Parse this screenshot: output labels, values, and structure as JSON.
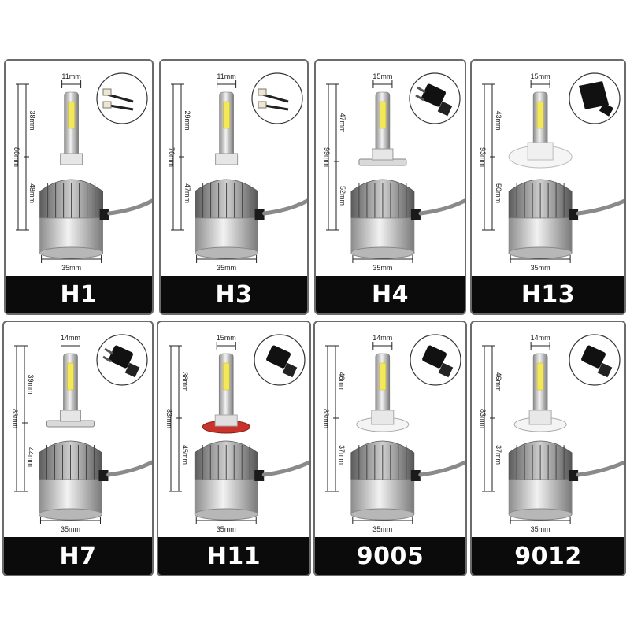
{
  "products": [
    {
      "model": "H1",
      "top_width": "11mm",
      "upper_height": "38mm",
      "total_height": "86mm",
      "lower_height": "48mm",
      "base_width": "35mm",
      "connector_icon": "two-wire-terminal-icon"
    },
    {
      "model": "H3",
      "top_width": "11mm",
      "upper_height": "29mm",
      "total_height": "76mm",
      "lower_height": "47mm",
      "base_width": "35mm",
      "connector_icon": "two-wire-terminal-icon"
    },
    {
      "model": "H4",
      "top_width": "15mm",
      "upper_height": "47mm",
      "total_height": "99mm",
      "lower_height": "52mm",
      "base_width": "35mm",
      "connector_icon": "three-pin-plug-icon"
    },
    {
      "model": "H13",
      "top_width": "15mm",
      "upper_height": "43mm",
      "total_height": "93mm",
      "lower_height": "50mm",
      "base_width": "35mm",
      "connector_icon": "square-socket-icon"
    },
    {
      "model": "H7",
      "top_width": "14mm",
      "upper_height": "39mm",
      "total_height": "83mm",
      "lower_height": "44mm",
      "base_width": "35mm",
      "connector_icon": "two-pin-plug-icon"
    },
    {
      "model": "H11",
      "top_width": "15mm",
      "upper_height": "38mm",
      "total_height": "83mm",
      "lower_height": "45mm",
      "base_width": "35mm",
      "connector_icon": "socket-plug-icon"
    },
    {
      "model": "9005",
      "top_width": "14mm",
      "upper_height": "46mm",
      "total_height": "83mm",
      "lower_height": "37mm",
      "base_width": "35mm",
      "connector_icon": "socket-plug-icon"
    },
    {
      "model": "9012",
      "top_width": "14mm",
      "upper_height": "46mm",
      "total_height": "83mm",
      "lower_height": "37mm",
      "base_width": "35mm",
      "connector_icon": "socket-plug-icon"
    }
  ],
  "colors": {
    "label_background": "#0b0b0b",
    "label_text": "#ffffff",
    "card_border": "#6b6b6b",
    "chip_yellow": "#f3e85a",
    "red_ring": "#c8342c"
  }
}
